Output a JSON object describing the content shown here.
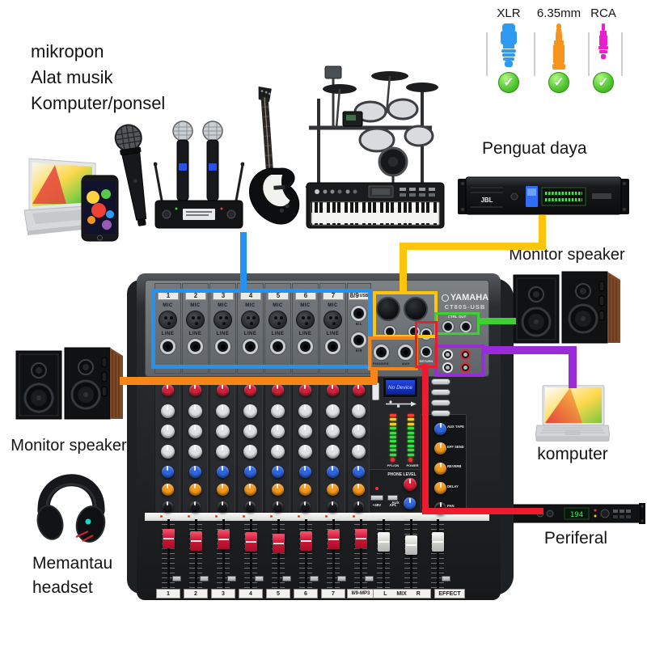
{
  "page": {
    "background": "#ffffff"
  },
  "top_left": {
    "line1": "mikropon",
    "line2": "Alat musik",
    "line3": "Komputer/ponsel"
  },
  "legend": {
    "check_glyph": "✓",
    "items": [
      {
        "label": "XLR",
        "type": "xlr",
        "color": "#2e9af0"
      },
      {
        "label": "6.35mm",
        "type": "ts",
        "color": "#f7941e"
      },
      {
        "label": "RCA",
        "type": "rca",
        "color": "#e820cf"
      }
    ]
  },
  "labels": {
    "amp": "Penguat daya",
    "monitor_right": "Monitor speaker",
    "computer": "komputer",
    "peripheral": "Periferal",
    "monitor_left": "Monitor speaker",
    "headset_line1": "Memantau",
    "headset_line2": "headset"
  },
  "devices": {
    "amp_logo": "JBL",
    "peripheral_display": "194"
  },
  "mixer": {
    "brand": "YAMAHA",
    "model": "CT80S-USB",
    "channel_numbers": [
      "1",
      "2",
      "3",
      "4",
      "5",
      "6",
      "7"
    ],
    "mic_label": "MIC",
    "line_label": "LINE",
    "usb_plate": "8/9",
    "usb_small": "USB",
    "usb_jack_top": "8/L",
    "usb_jack_bottom": "9/R",
    "ctrl_out": "CTRL OUT",
    "phones": "PHONES",
    "aux": "AUX",
    "return_label": "RETURN",
    "lcd": "No Device",
    "pfl": "PFL/ON",
    "power": "POWER",
    "phone_level": "PHONE LEVEL",
    "phantom": "+48V",
    "apl": "APL",
    "aux_knob": "AUX",
    "right_knob_labels": [
      "AUX TAPE",
      "EFF SEND",
      "REVERB",
      "DELAY",
      "PAN"
    ],
    "fader_plates": [
      "1",
      "2",
      "3",
      "4",
      "5",
      "6",
      "7",
      "8/9-MP3"
    ],
    "master_plate": "L MIX R",
    "effect_plate": "EFFECT"
  },
  "colors": {
    "blue": "#2492f0",
    "yellow": "#ffc40d",
    "orange": "#f58617",
    "green": "#3bd12f",
    "purple": "#9a2bd9",
    "red": "#ee1b2e"
  }
}
